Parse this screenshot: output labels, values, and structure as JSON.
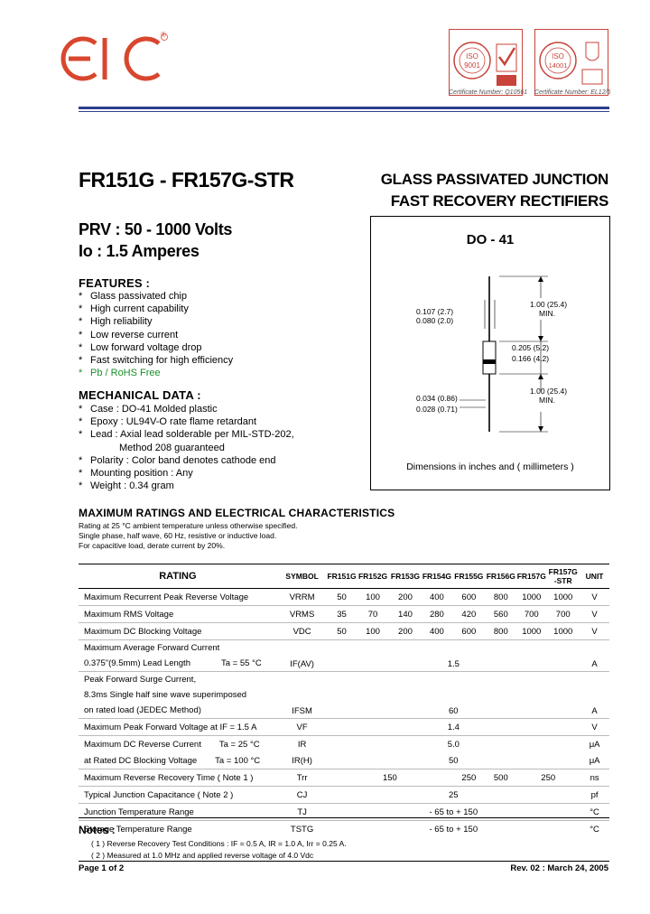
{
  "header": {
    "logo_text": "EIC",
    "registered": "®",
    "cert1": {
      "caption": "Certificate Number: Q10561",
      "standard": "ISO",
      "number": "9001"
    },
    "cert2": {
      "caption": "Certificate Number: EL12/6",
      "standard": "ISO",
      "number": "14001"
    }
  },
  "title": "FR151G - FR157G-STR",
  "subtitle1": "GLASS PASSIVATED JUNCTION",
  "subtitle2": "FAST RECOVERY RECTIFIERS",
  "prv": "PRV : 50 - 1000 Volts",
  "io": "Io : 1.5 Amperes",
  "features": {
    "heading": "FEATURES :",
    "items": [
      "Glass passivated chip",
      "High current capability",
      "High reliability",
      "Low reverse current",
      "Low forward voltage drop",
      "Fast switching for high efficiency",
      "Pb / RoHS Free"
    ]
  },
  "mechanical": {
    "heading": "MECHANICAL  DATA :",
    "items": [
      "Case : DO-41  Molded plastic",
      "Epoxy : UL94V-O rate flame retardant",
      "Lead : Axial lead solderable per MIL-STD-202,",
      "Method 208 guaranteed",
      "Polarity : Color band denotes cathode end",
      "Mounting  position : Any",
      "Weight : 0.34 gram"
    ]
  },
  "package": {
    "name": "DO - 41",
    "dim_lead_top": "1.00 (25.4)",
    "dim_lead_top_min": "MIN.",
    "dim_lead_dia1": "0.107 (2.7)",
    "dim_lead_dia2": "0.080 (2.0)",
    "dim_body1": "0.205 (5.2)",
    "dim_body2": "0.166 (4.2)",
    "dim_wire1": "0.034 (0.86)",
    "dim_wire2": "0.028 (0.71)",
    "dim_lead_bot": "1.00 (25.4)",
    "dim_lead_bot_min": "MIN.",
    "caption": "Dimensions in inches and ( millimeters )"
  },
  "ratings": {
    "heading": "MAXIMUM  RATINGS  AND  ELECTRICAL  CHARACTERISTICS",
    "note1": "Rating at 25 °C ambient temperature unless otherwise specified.",
    "note2": "Single phase, half wave, 60 Hz, resistive or inductive load.",
    "note3": "For capacitive load, derate current by 20%."
  },
  "table": {
    "headers": {
      "rating": "RATING",
      "symbol": "SYMBOL",
      "c1": "FR151G",
      "c2": "FR152G",
      "c3": "FR153G",
      "c4": "FR154G",
      "c5": "FR155G",
      "c6": "FR156G",
      "c7": "FR157G",
      "c8a": "FR157G",
      "c8b": "-STR",
      "unit": "UNIT"
    },
    "rrm": {
      "label": "Maximum Recurrent Peak Reverse Voltage",
      "sym": "VRRM",
      "v1": "50",
      "v2": "100",
      "v3": "200",
      "v4": "400",
      "v5": "600",
      "v6": "800",
      "v7": "1000",
      "v8": "1000",
      "unit": "V"
    },
    "rms": {
      "label": "Maximum RMS Voltage",
      "sym": "VRMS",
      "v1": "35",
      "v2": "70",
      "v3": "140",
      "v4": "280",
      "v5": "420",
      "v6": "560",
      "v7": "700",
      "v8": "700",
      "unit": "V"
    },
    "dc": {
      "label": "Maximum DC Blocking Voltage",
      "sym": "VDC",
      "v1": "50",
      "v2": "100",
      "v3": "200",
      "v4": "400",
      "v5": "600",
      "v6": "800",
      "v7": "1000",
      "v8": "1000",
      "unit": "V"
    },
    "fav": {
      "label1": "Maximum Average Forward Current",
      "label2": "0.375\"(9.5mm) Lead Length",
      "cond": "Ta = 55 °C",
      "sym": "IF(AV)",
      "val": "1.5",
      "unit": "A"
    },
    "fsm": {
      "label1": "Peak Forward Surge Current,",
      "label2": "8.3ms Single half sine wave superimposed",
      "label3": "on rated load (JEDEC Method)",
      "sym": "IFSM",
      "val": "60",
      "unit": "A"
    },
    "vf": {
      "label": "Maximum Peak Forward Voltage at IF = 1.5 A",
      "sym": "VF",
      "val": "1.4",
      "unit": "V"
    },
    "ir": {
      "label": "Maximum DC Reverse Current",
      "cond": "Ta = 25 °C",
      "sym": "IR",
      "val": "5.0",
      "unit": "μA"
    },
    "irh": {
      "label": "at Rated DC Blocking Voltage",
      "cond": "Ta = 100 °C",
      "sym": "IR(H)",
      "val": "50",
      "unit": "μA"
    },
    "trr": {
      "label": "Maximum Reverse Recovery Time ( Note 1 )",
      "sym": "Trr",
      "v1": "150",
      "v2": "250",
      "v3": "500",
      "v4": "250",
      "unit": "ns"
    },
    "cj": {
      "label": "Typical Junction Capacitance ( Note 2 )",
      "sym": "CJ",
      "val": "25",
      "unit": "pf"
    },
    "tj": {
      "label": "Junction Temperature Range",
      "sym": "TJ",
      "val": "- 65 to + 150",
      "unit": "°C"
    },
    "tstg": {
      "label": "Storage Temperature Range",
      "sym": "TSTG",
      "val": "- 65 to + 150",
      "unit": "°C"
    }
  },
  "notes": {
    "heading": "Notes :",
    "n1": "( 1 )  Reverse Recovery Test Conditions : IF = 0.5 A, IR = 1.0 A, Irr = 0.25 A.",
    "n2": "( 2 )  Measured at 1.0 MHz and applied reverse voltage of 4.0 Vdc"
  },
  "footer": {
    "page": "Page 1 of 2",
    "rev": "Rev. 02 : March 24, 2005"
  }
}
